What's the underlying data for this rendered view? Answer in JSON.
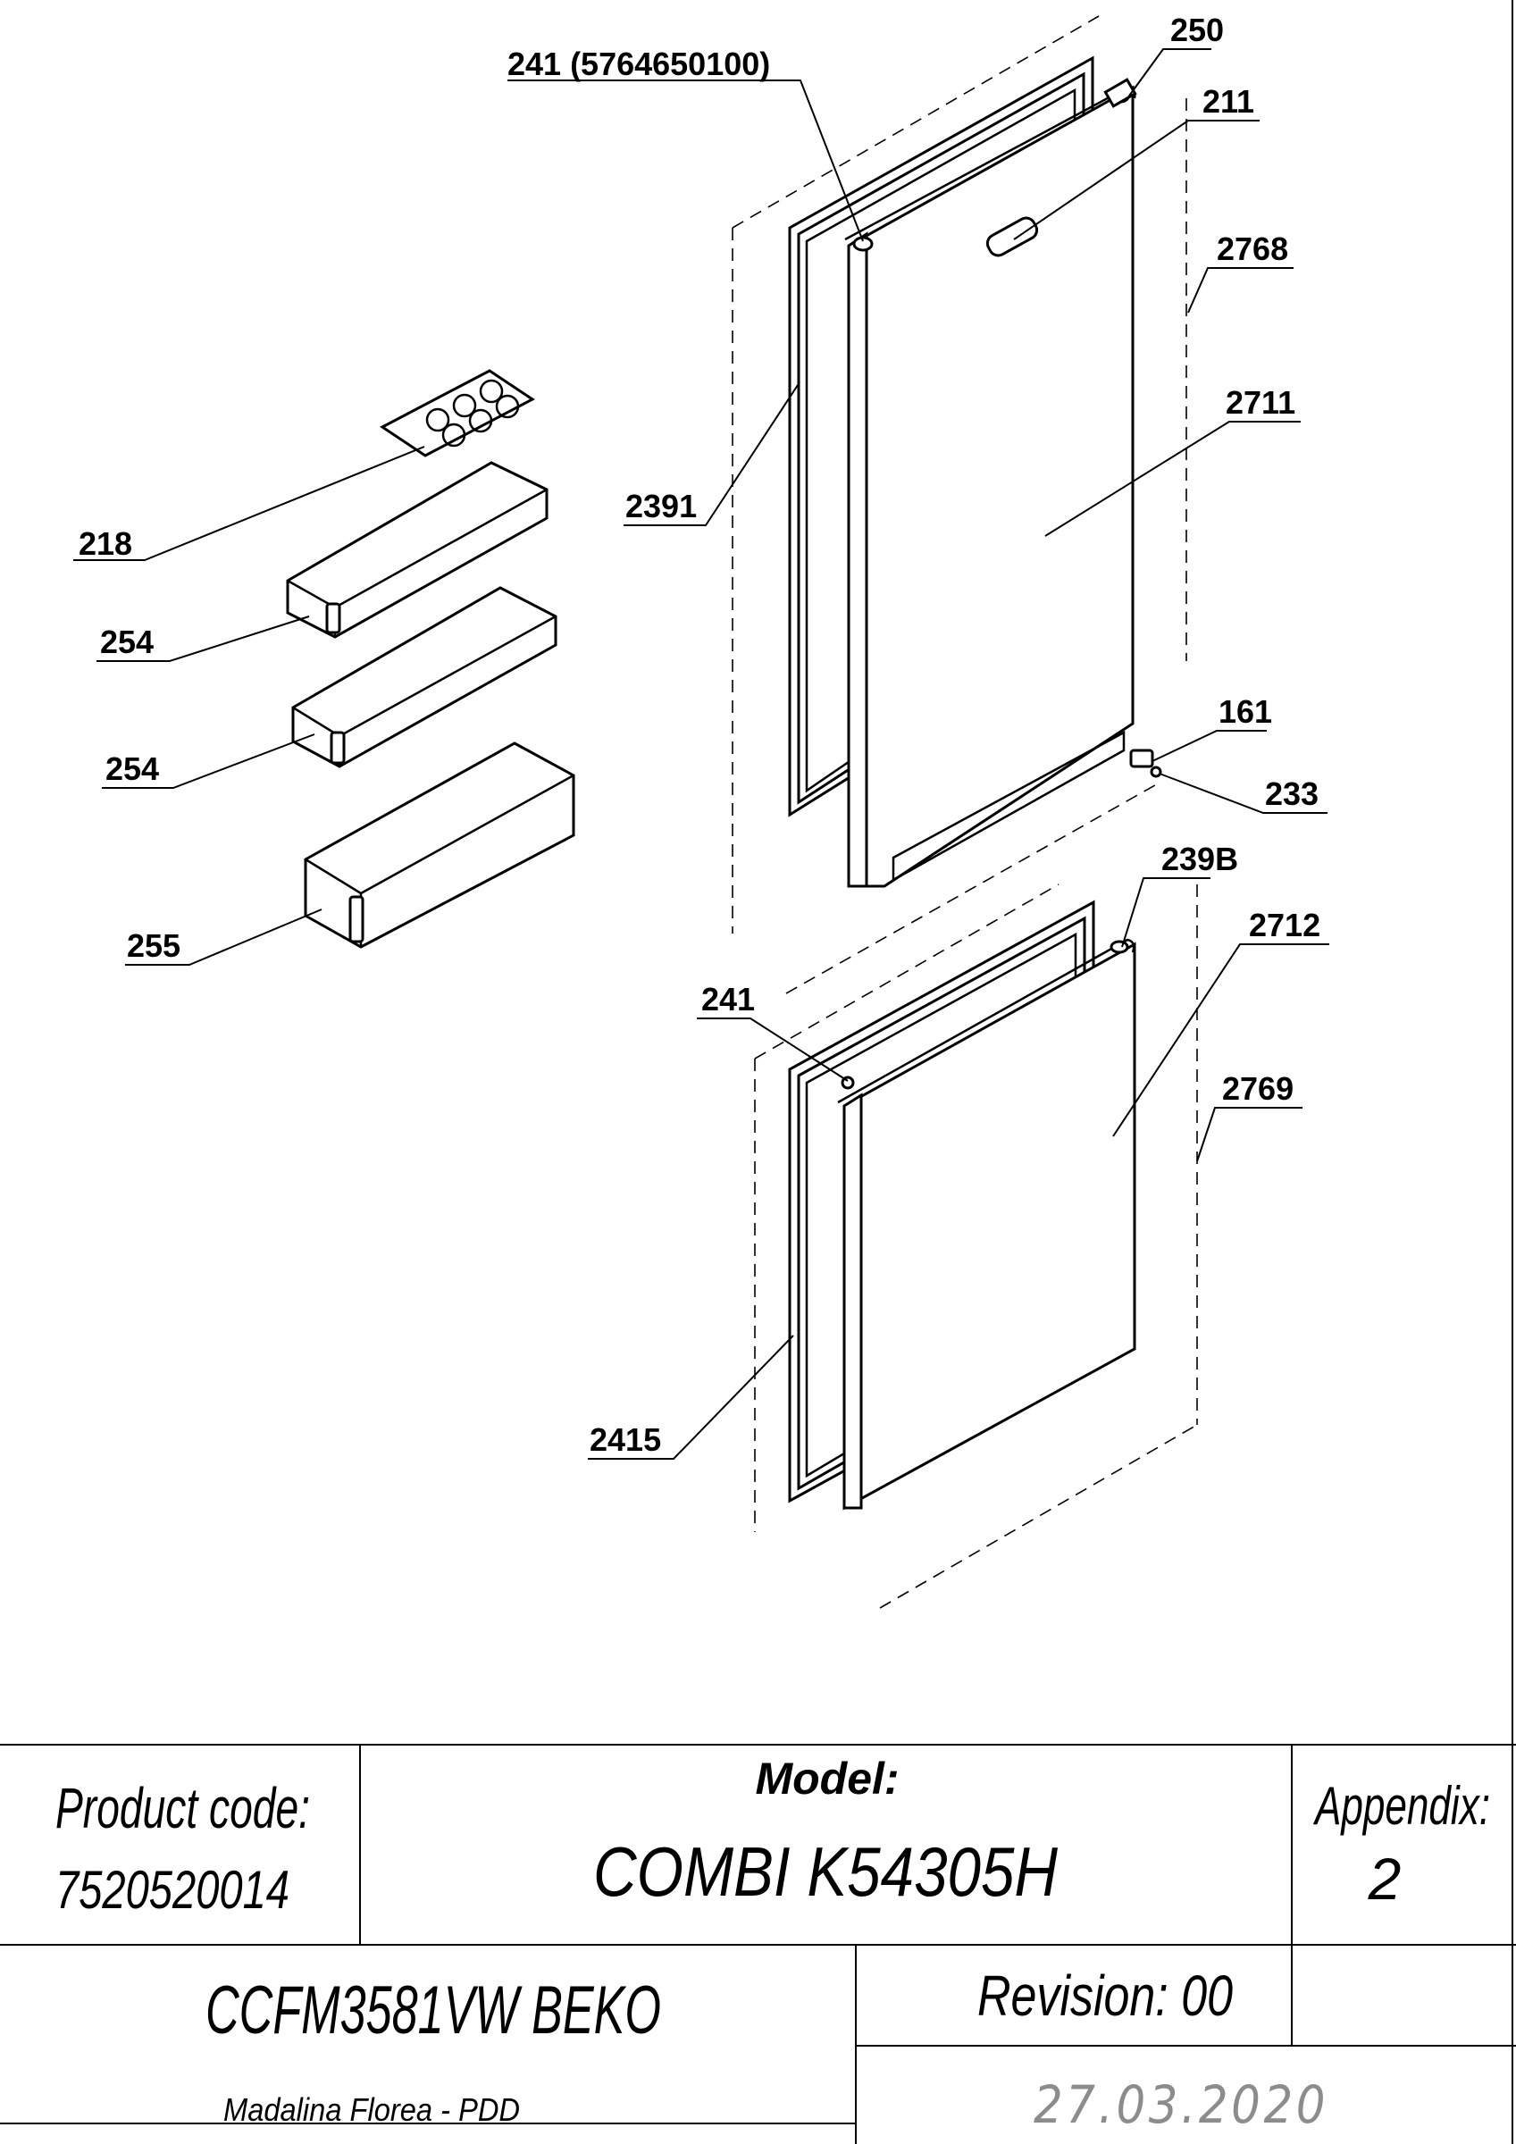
{
  "callouts": {
    "c250": "250",
    "c241_top": "241 (5764650100)",
    "c211": "211",
    "c2768": "2768",
    "c2711": "2711",
    "c2391": "2391",
    "c218": "218",
    "c254_a": "254",
    "c254_b": "254",
    "c255": "255",
    "c161": "161",
    "c233": "233",
    "c239B": "239B",
    "c2712": "2712",
    "c241_bottom": "241",
    "c2769": "2769",
    "c2415": "2415"
  },
  "title_block": {
    "product_code_label": "Product code:",
    "product_code_value": "7520520014",
    "model_label": "Model:",
    "model_value": "COMBI K54305H",
    "appendix_label": "Appendix:",
    "appendix_value": "2",
    "product_name": "CCFM3581VW BEKO",
    "revision": "Revision: 00",
    "author": "Madalina Florea - PDD",
    "date": "27.03.2020"
  }
}
